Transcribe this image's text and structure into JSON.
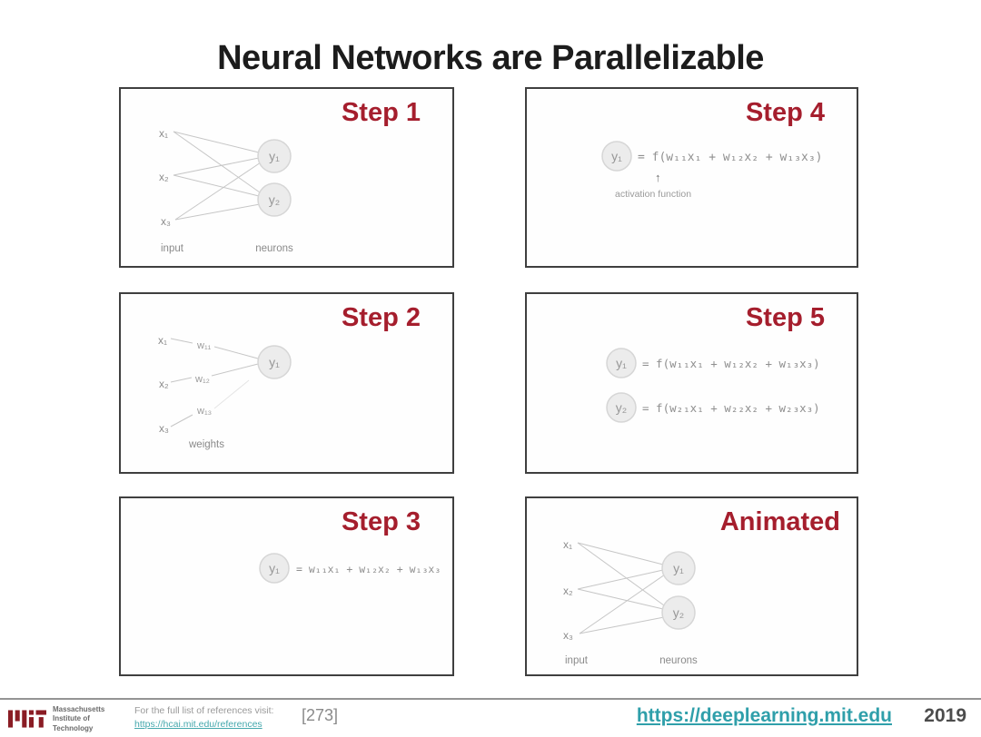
{
  "title": "Neural Networks are Parallelizable",
  "colors": {
    "accent_red": "#a51e2d",
    "link_teal": "#2f9faa",
    "mit_red": "#8a1c24"
  },
  "panels": {
    "step1": {
      "title": "Step 1",
      "inputs": [
        "x₁",
        "x₂",
        "x₃"
      ],
      "neurons": [
        "y₁",
        "y₂"
      ],
      "input_label": "input",
      "neurons_label": "neurons"
    },
    "step2": {
      "title": "Step 2",
      "inputs": [
        "x₁",
        "x₂",
        "x₃"
      ],
      "weights": [
        "w₁₁",
        "w₁₂",
        "w₁₃"
      ],
      "neuron": "y₁",
      "weights_label": "weights"
    },
    "step3": {
      "title": "Step 3",
      "neuron": "y₁",
      "equation": "= w₁₁x₁ + w₁₂x₂ + w₁₃x₃"
    },
    "step4": {
      "title": "Step 4",
      "neuron": "y₁",
      "equation": "= f(w₁₁x₁ + w₁₂x₂ + w₁₃x₃)",
      "arrow": "↑",
      "annotation": "activation function"
    },
    "step5": {
      "title": "Step 5",
      "rows": [
        {
          "neuron": "y₁",
          "equation": "= f(w₁₁x₁ + w₁₂x₂ + w₁₃x₃)"
        },
        {
          "neuron": "y₂",
          "equation": "= f(w₂₁x₁ + w₂₂x₂ + w₂₃x₃)"
        }
      ]
    },
    "animated": {
      "title": "Animated",
      "inputs": [
        "x₁",
        "x₂",
        "x₃"
      ],
      "neurons": [
        "y₁",
        "y₂"
      ],
      "input_label": "input",
      "neurons_label": "neurons"
    }
  },
  "footer": {
    "institution": [
      "Massachusetts",
      "Institute of",
      "Technology"
    ],
    "references_text": "For the full list of references visit:",
    "references_link": "https://hcai.mit.edu/references",
    "slide_number": "[273]",
    "course_link": "https://deeplearning.mit.edu",
    "year": "2019"
  }
}
